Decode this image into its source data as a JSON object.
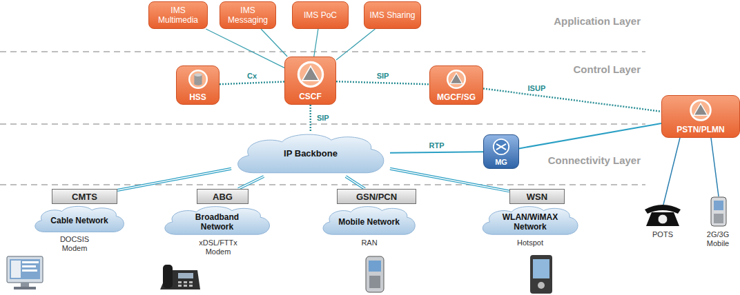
{
  "diagram": {
    "nodes": [
      {
        "text": [
          "IMS Multimedia"
        ]
      },
      {
        "text": [
          "IMS Messaging"
        ]
      },
      {
        "text": [
          "IMS PoC"
        ]
      },
      {
        "text": [
          "IMS Sharing"
        ]
      },
      {
        "text": [
          "HSS"
        ]
      },
      {
        "text": [
          "CSCF"
        ]
      },
      {
        "text": [
          "MGCF/SG"
        ]
      },
      {
        "text": [
          "PSTN/PLMN"
        ]
      },
      {
        "text": [
          "IP Backbone"
        ]
      },
      {
        "text": [
          "MG"
        ]
      },
      {
        "text": [
          "CMTS"
        ]
      },
      {
        "text": [
          "ABG"
        ]
      },
      {
        "text": [
          "GSN/PCN"
        ]
      },
      {
        "text": [
          "WSN"
        ]
      },
      {
        "text": [
          "Cable Network"
        ]
      },
      {
        "text": [
          "Broadband Network"
        ]
      },
      {
        "text": [
          "Mobile Network"
        ]
      },
      {
        "text": [
          "WLAN/WiMAX Network"
        ]
      }
    ],
    "edges": [
      {
        "from": 5,
        "to": 0,
        "arrow": "none"
      },
      {
        "from": 5,
        "to": 1,
        "arrow": "none"
      },
      {
        "from": 5,
        "to": 2,
        "arrow": "none"
      },
      {
        "from": 5,
        "to": 3,
        "arrow": "none"
      },
      {
        "from": 4,
        "to": 5,
        "label": "Cx",
        "arrow": "none"
      },
      {
        "from": 5,
        "to": 6,
        "label": "SIP",
        "arrow": "none"
      },
      {
        "from": 6,
        "to": 7,
        "label": "ISUP",
        "arrow": "none"
      },
      {
        "from": 5,
        "to": 8,
        "label": "SIP",
        "arrow": "none"
      },
      {
        "from": 8,
        "to": 9,
        "label": "RTP",
        "arrow": "none"
      },
      {
        "from": 9,
        "to": 7,
        "arrow": "none"
      },
      {
        "from": 8,
        "to": 10,
        "arrow": "none"
      },
      {
        "from": 8,
        "to": 11,
        "arrow": "none"
      },
      {
        "from": 8,
        "to": 12,
        "arrow": "none"
      },
      {
        "from": 8,
        "to": 13,
        "arrow": "none"
      }
    ],
    "labels": [
      "Application Layer",
      "Control Layer",
      "Connectivity Layer",
      "DOCSIS Modem",
      "xDSL/FTTx Modem",
      "RAN",
      "Hotspot",
      "POTS",
      "2G/3G Mobile"
    ]
  }
}
